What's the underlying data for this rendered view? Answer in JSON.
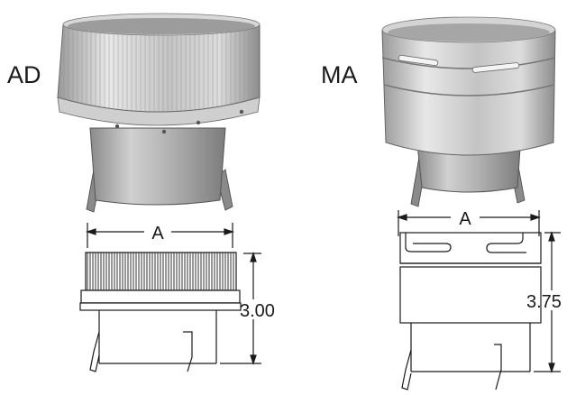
{
  "products": [
    {
      "name": "AD",
      "width_label": "A",
      "height_value": "3.00"
    },
    {
      "name": "MA",
      "width_label": "A",
      "height_value": "3.75"
    }
  ],
  "colors": {
    "metal_light": "#e6e6e6",
    "metal_mid": "#b8b8b8",
    "metal_dark": "#8a8a8a",
    "line": "#1a1a1a"
  }
}
